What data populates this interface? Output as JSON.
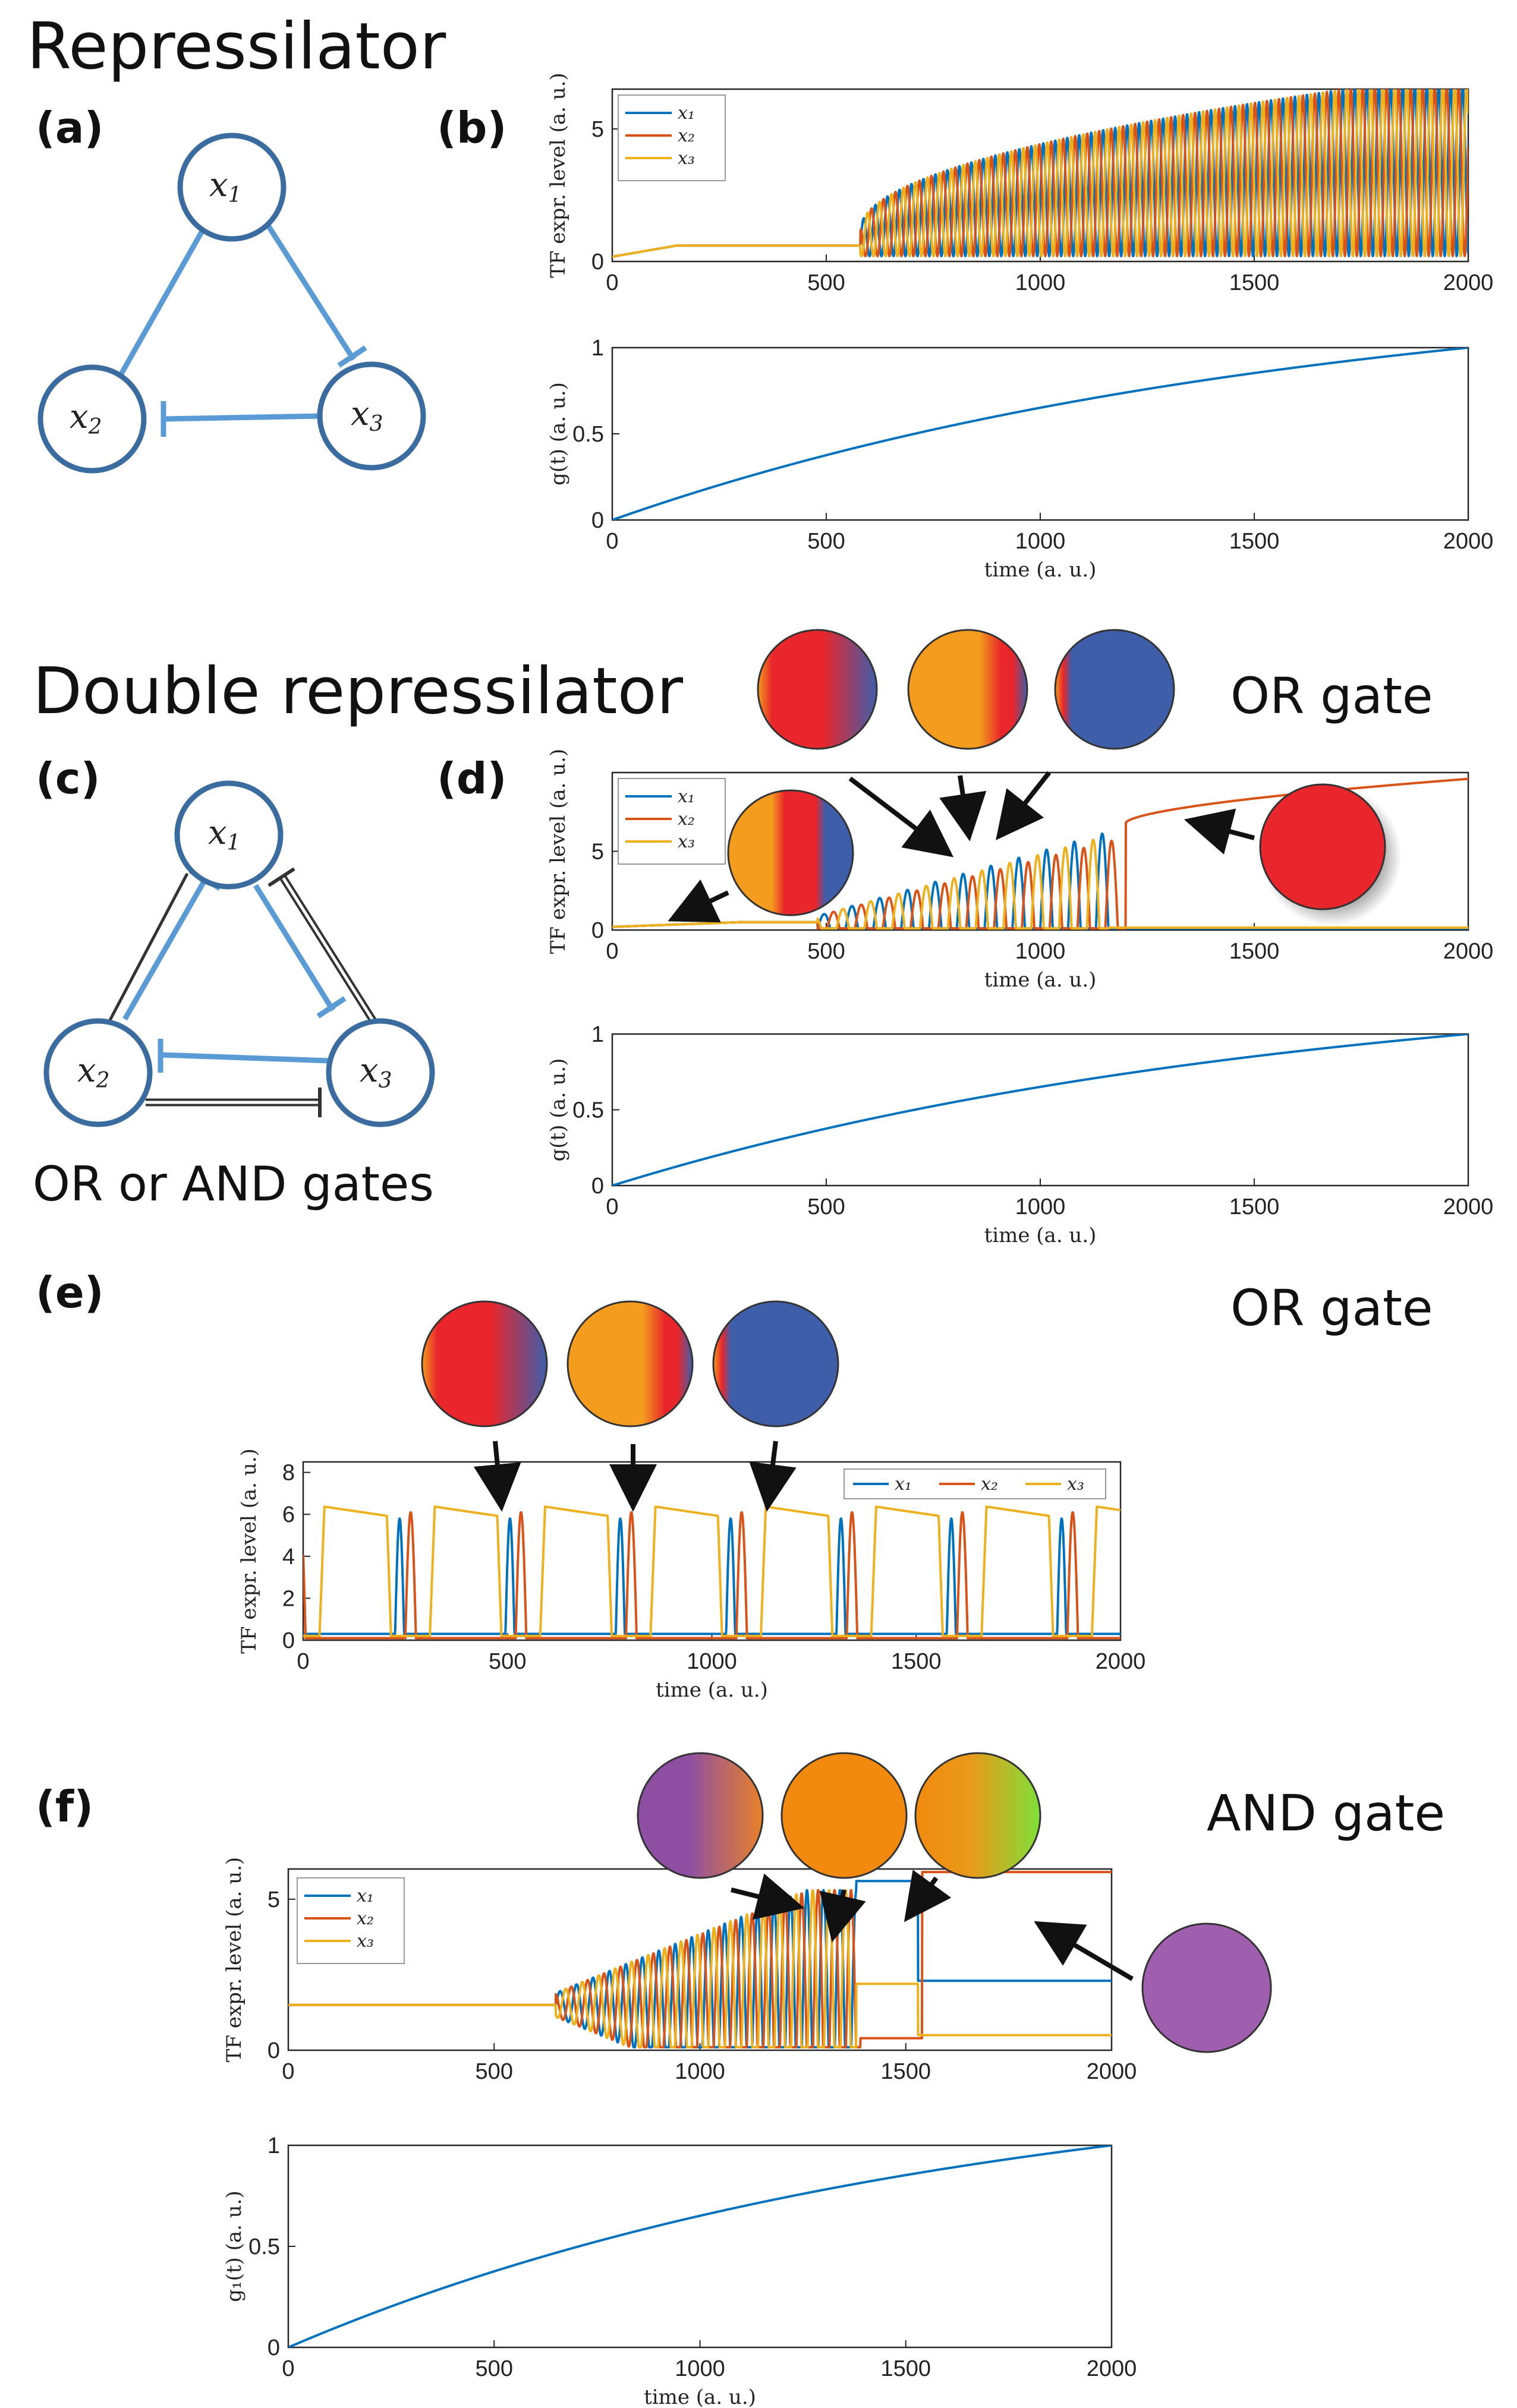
{
  "headings": {
    "repressilator": "Repressilator",
    "double_repressilator": "Double repressilator",
    "or_and_gates": "OR or AND gates",
    "or_gate_d": "OR gate",
    "or_gate_e": "OR gate",
    "and_gate_f": "AND gate"
  },
  "panel_labels": {
    "a": "(a)",
    "b": "(b)",
    "c": "(c)",
    "d": "(d)",
    "e": "(e)",
    "f": "(f)"
  },
  "diagrams": {
    "a": {
      "nodes": [
        "x1",
        "x2",
        "x3"
      ],
      "edges": [
        [
          "x2",
          "x1",
          "repress"
        ],
        [
          "x1",
          "x3",
          "repress"
        ],
        [
          "x3",
          "x2",
          "repress"
        ]
      ]
    },
    "c": {
      "nodes": [
        "x1",
        "x2",
        "x3"
      ],
      "edges": [
        [
          "x2",
          "x1",
          "repress"
        ],
        [
          "x1",
          "x3",
          "repress"
        ],
        [
          "x3",
          "x2",
          "repress"
        ],
        [
          "x1",
          "x2",
          "repress-double"
        ],
        [
          "x2",
          "x3",
          "repress-double"
        ],
        [
          "x3",
          "x1",
          "repress-double"
        ]
      ]
    }
  },
  "colors": {
    "x1": "#0072BD",
    "x2": "#D95319",
    "x3": "#EDB120",
    "g": "#0072BD",
    "diagram_node": "#3B6C9F",
    "diagram_edge": "#5B9BD5",
    "cell_red": "#E8262B",
    "cell_orange": "#F39C1E",
    "cell_blue": "#3F5EAA",
    "cell_purple": "#8E4FA3",
    "cell_green": "#7FE03A"
  },
  "legend": {
    "x1": "x₁",
    "x2": "x₂",
    "x3": "x₃"
  },
  "chart_data": [
    {
      "id": "b-top",
      "type": "line",
      "xlabel": "",
      "ylabel": "TF expr. level (a. u.)",
      "xlim": [
        0,
        2000
      ],
      "ylim": [
        0,
        6.5
      ],
      "xticks": [
        0,
        500,
        1000,
        1500,
        2000
      ],
      "yticks": [
        0,
        5
      ],
      "legend_position": "top-left",
      "series": [
        {
          "name": "x₁",
          "color": "#0072BD",
          "kind": "oscillation",
          "pre_level": 0.6,
          "onset": 580,
          "period": 28,
          "amp_start": 0.5,
          "amp_end": 3.2,
          "center_start": 0.7,
          "center_end": 3.4
        },
        {
          "name": "x₂",
          "color": "#D95319",
          "kind": "oscillation",
          "pre_level": 0.6,
          "onset": 580,
          "period": 28,
          "amp_start": 0.5,
          "amp_end": 3.2,
          "center_start": 0.7,
          "center_end": 3.4
        },
        {
          "name": "x₃",
          "color": "#EDB120",
          "kind": "oscillation",
          "pre_level": 0.6,
          "onset": 580,
          "period": 28,
          "amp_start": 0.5,
          "amp_end": 3.2,
          "center_start": 0.7,
          "center_end": 3.4
        }
      ]
    },
    {
      "id": "b-bottom",
      "type": "line",
      "xlabel": "time (a. u.)",
      "ylabel": "g(t) (a. u.)",
      "xlim": [
        0,
        2000
      ],
      "ylim": [
        0,
        1
      ],
      "xticks": [
        0,
        500,
        1000,
        1500,
        2000
      ],
      "yticks": [
        0,
        0.5,
        1
      ],
      "series": [
        {
          "name": "",
          "color": "#0072BD",
          "kind": "ramp",
          "from": 0,
          "to": 1
        }
      ]
    },
    {
      "id": "d-top",
      "type": "line",
      "xlabel": "time (a. u.)",
      "ylabel": "TF expr. level (a. u.)",
      "xlim": [
        0,
        2000
      ],
      "ylim": [
        0,
        10
      ],
      "xticks": [
        0,
        500,
        1000,
        1500,
        2000
      ],
      "yticks": [
        0,
        5
      ],
      "legend_position": "top-left",
      "series": [
        {
          "name": "x₁",
          "color": "#0072BD",
          "kind": "peaks",
          "pre_level": 0.5,
          "onset": 480,
          "period": 65,
          "phase": 0,
          "stop": 1180,
          "amp_start": 0.8,
          "amp_end": 6.3,
          "after_level": 0.1
        },
        {
          "name": "x₂",
          "color": "#D95319",
          "kind": "peaks",
          "pre_level": 0.5,
          "onset": 480,
          "period": 65,
          "phase": 22,
          "stop": 1200,
          "amp_start": 0.8,
          "amp_end": 5.8,
          "after_level": 6.8,
          "final_level": 9.6
        },
        {
          "name": "x₃",
          "color": "#EDB120",
          "kind": "peaks",
          "pre_level": 0.5,
          "onset": 480,
          "period": 65,
          "phase": 44,
          "stop": 1160,
          "amp_start": 0.8,
          "amp_end": 5.9,
          "after_level": 0.15
        }
      ]
    },
    {
      "id": "d-bottom",
      "type": "line",
      "xlabel": "time (a. u.)",
      "ylabel": "g(t) (a. u.)",
      "xlim": [
        0,
        2000
      ],
      "ylim": [
        0,
        1
      ],
      "xticks": [
        0,
        500,
        1000,
        1500,
        2000
      ],
      "yticks": [
        0,
        0.5,
        1
      ],
      "series": [
        {
          "name": "",
          "color": "#0072BD",
          "kind": "ramp",
          "from": 0,
          "to": 1
        }
      ]
    },
    {
      "id": "e",
      "type": "line",
      "xlabel": "time (a. u.)",
      "ylabel": "TF expr. level (a. u.)",
      "xlim": [
        0,
        2000
      ],
      "ylim": [
        0,
        8.5
      ],
      "xticks": [
        0,
        500,
        1000,
        1500,
        2000
      ],
      "yticks": [
        0,
        2,
        4,
        6,
        8
      ],
      "legend_position": "top-right",
      "series": [
        {
          "name": "x₁",
          "color": "#0072BD",
          "kind": "relax",
          "period": 270,
          "offset": 225,
          "width": 22,
          "peak": 5.5,
          "base": 0.3
        },
        {
          "name": "x₂",
          "color": "#D95319",
          "kind": "relax",
          "period": 270,
          "offset": 250,
          "width": 26,
          "peak": 6.0,
          "base": 0.1
        },
        {
          "name": "x₃",
          "color": "#EDB120",
          "kind": "plateau",
          "period": 270,
          "offset": 40,
          "width": 175,
          "peak": 6.2,
          "base": 0.2
        }
      ]
    },
    {
      "id": "f-top",
      "type": "line",
      "xlabel": "",
      "ylabel": "TF expr. level (a. u.)",
      "xlim": [
        0,
        2000
      ],
      "ylim": [
        0,
        6
      ],
      "xticks": [
        0,
        500,
        1000,
        1500,
        2000
      ],
      "yticks": [
        0,
        5
      ],
      "legend_position": "top-left",
      "series": [
        {
          "name": "x₁",
          "color": "#0072BD",
          "kind": "and",
          "pre_level": 1.5,
          "onset": 650,
          "period": 40,
          "phase": 0,
          "stop": 1380,
          "amp_start": 0.4,
          "amp_end": 3.8,
          "after_level": 5.6,
          "switch": 1530,
          "final_level": 2.3
        },
        {
          "name": "x₂",
          "color": "#D95319",
          "kind": "and",
          "pre_level": 1.5,
          "onset": 650,
          "period": 40,
          "phase": 13,
          "stop": 1390,
          "amp_start": 0.4,
          "amp_end": 3.8,
          "after_level": 0.4,
          "switch": 1540,
          "final_level": 5.9
        },
        {
          "name": "x₃",
          "color": "#EDB120",
          "kind": "and",
          "pre_level": 1.5,
          "onset": 650,
          "period": 40,
          "phase": 26,
          "stop": 1380,
          "amp_start": 0.4,
          "amp_end": 3.8,
          "after_level": 2.2,
          "switch": 1530,
          "final_level": 0.5
        }
      ]
    },
    {
      "id": "f-bottom",
      "type": "line",
      "xlabel": "time (a. u.)",
      "ylabel": "g₁(t) (a. u.)",
      "xlim": [
        0,
        2000
      ],
      "ylim": [
        0,
        1
      ],
      "xticks": [
        0,
        500,
        1000,
        1500,
        2000
      ],
      "yticks": [
        0,
        0.5,
        1
      ],
      "series": [
        {
          "name": "",
          "color": "#0072BD",
          "kind": "ramp",
          "from": 0,
          "to": 1
        }
      ]
    }
  ]
}
